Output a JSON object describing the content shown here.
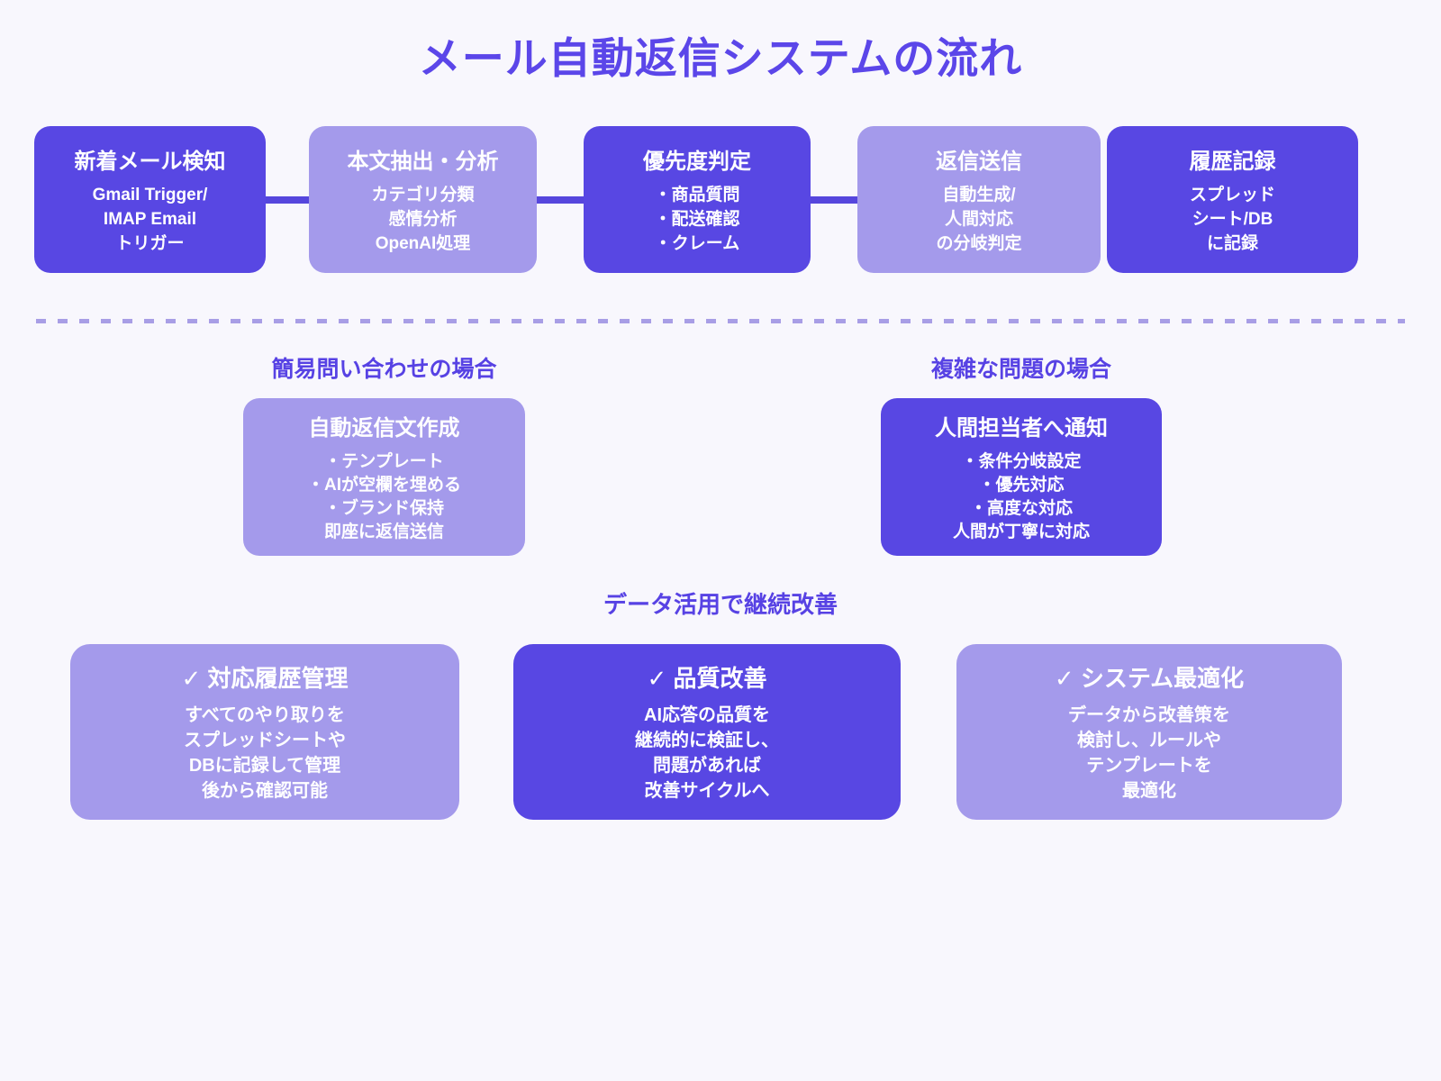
{
  "title": "メール自動返信システムの流れ",
  "colors": {
    "background": "#f8f7fd",
    "box_dark": "#5847e3",
    "box_light": "#a49aeb",
    "heading_purple": "#5742e4",
    "title_purple": "#5b46e9",
    "connector": "#5646dd",
    "divider_dash": "#a89ee6",
    "box_text": "#ffffff"
  },
  "flow": {
    "steps": [
      {
        "title": "新着メール検知",
        "lines": [
          "Gmail Trigger/",
          "IMAP Email",
          "トリガー"
        ],
        "variant": "dark"
      },
      {
        "title": "本文抽出・分析",
        "lines": [
          "カテゴリ分類",
          "感情分析",
          "OpenAI処理"
        ],
        "variant": "light"
      },
      {
        "title": "優先度判定",
        "lines": [
          "・商品質問",
          "・配送確認",
          "・クレーム"
        ],
        "variant": "dark"
      },
      {
        "title": "返信送信",
        "lines": [
          "自動生成/",
          "人間対応",
          "の分岐判定"
        ],
        "variant": "light"
      },
      {
        "title": "履歴記録",
        "lines": [
          "スプレッド",
          "シート/DB",
          "に記録"
        ],
        "variant": "dark"
      }
    ]
  },
  "branches": {
    "simple": {
      "label": "簡易問い合わせの場合",
      "box": {
        "title": "自動返信文作成",
        "lines": [
          "・テンプレート",
          "・AIが空欄を埋める",
          "・ブランド保持",
          "即座に返信送信"
        ],
        "variant": "light"
      }
    },
    "complex": {
      "label": "複雑な問題の場合",
      "box": {
        "title": "人間担当者へ通知",
        "lines": [
          "・条件分岐設定",
          "・優先対応",
          "・高度な対応",
          "人間が丁寧に対応"
        ],
        "variant": "dark"
      }
    }
  },
  "improvement": {
    "heading": "データ活用で継続改善",
    "cards": [
      {
        "title": "✓ 対応履歴管理",
        "lines": [
          "すべてのやり取りを",
          "スプレッドシートや",
          "DBに記録して管理",
          "後から確認可能"
        ],
        "variant": "light"
      },
      {
        "title": "✓ 品質改善",
        "lines": [
          "AI応答の品質を",
          "継続的に検証し、",
          "問題があれば",
          "改善サイクルへ"
        ],
        "variant": "dark"
      },
      {
        "title": "✓ システム最適化",
        "lines": [
          "データから改善策を",
          "検討し、ルールや",
          "テンプレートを",
          "最適化"
        ],
        "variant": "light"
      }
    ]
  }
}
